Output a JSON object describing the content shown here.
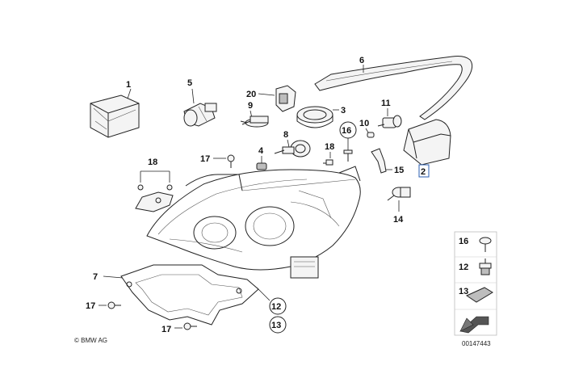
{
  "diagram": {
    "callouts": {
      "c1": "1",
      "c2": "2",
      "c3": "3",
      "c4": "4",
      "c5": "5",
      "c6": "6",
      "c7": "7",
      "c8": "8",
      "c9": "9",
      "c10": "10",
      "c11": "11",
      "c12": "12",
      "c13": "13",
      "c14": "14",
      "c15": "15",
      "c16": "16",
      "c17a": "17",
      "c17b": "17",
      "c17c": "17",
      "c18a": "18",
      "c18b": "18",
      "c20": "20"
    },
    "legend": {
      "l16": "16",
      "l12": "12",
      "l13": "13"
    },
    "copyright": "© BMW AG",
    "drawing_number": "00147443"
  }
}
